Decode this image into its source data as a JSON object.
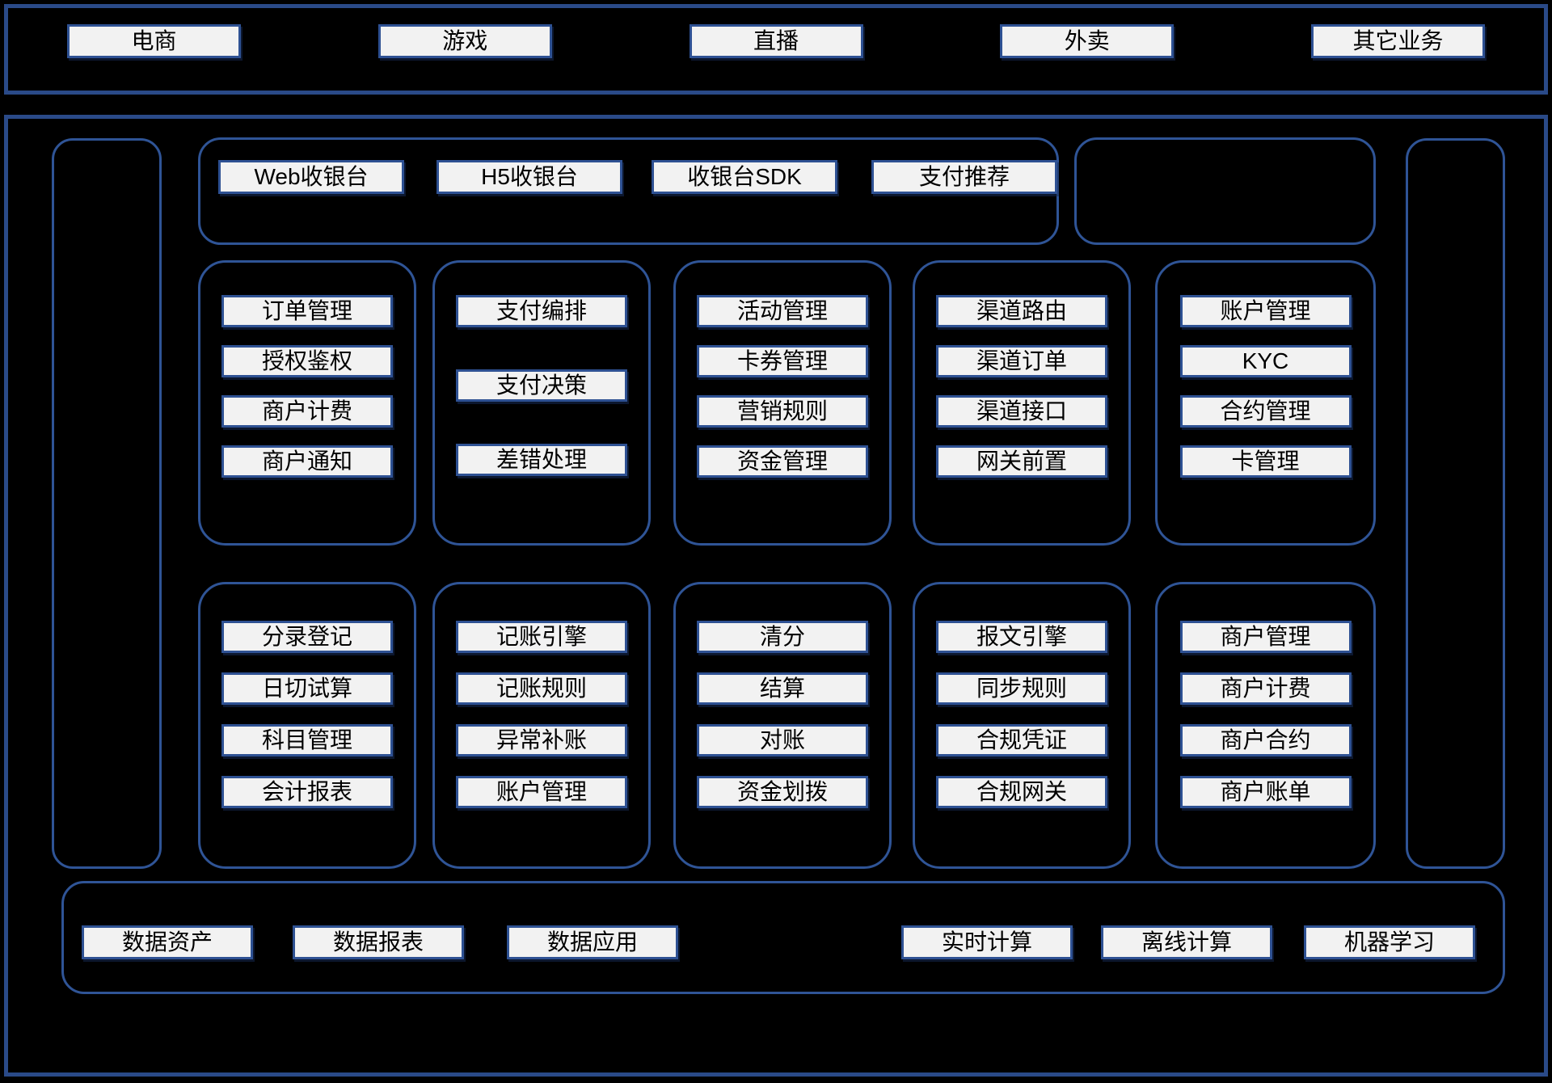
{
  "colors": {
    "background": "#000000",
    "frame_border": "#2a4a88",
    "container_border": "#2f5496",
    "label_box_bg": "#f2f2f2",
    "label_box_border": "#2e5193",
    "label_text": "#000000"
  },
  "diagram": {
    "business_layer": {
      "items": [
        "电商",
        "游戏",
        "直播",
        "外卖",
        "其它业务"
      ]
    },
    "cashier_layer": {
      "items": [
        "Web收银台",
        "H5收银台",
        "收银台SDK",
        "支付推荐"
      ]
    },
    "payment_layer": {
      "columns": [
        [
          "订单管理",
          "授权鉴权",
          "商户计费",
          "商户通知"
        ],
        [
          "支付编排",
          "支付决策",
          "差错处理"
        ],
        [
          "活动管理",
          "卡券管理",
          "营销规则",
          "资金管理"
        ],
        [
          "渠道路由",
          "渠道订单",
          "渠道接口",
          "网关前置"
        ],
        [
          "账户管理",
          "KYC",
          "合约管理",
          "卡管理"
        ]
      ]
    },
    "accounting_layer": {
      "columns": [
        [
          "分录登记",
          "日切试算",
          "科目管理",
          "会计报表"
        ],
        [
          "记账引擎",
          "记账规则",
          "异常补账",
          "账户管理"
        ],
        [
          "清分",
          "结算",
          "对账",
          "资金划拨"
        ],
        [
          "报文引擎",
          "同步规则",
          "合规凭证",
          "合规网关"
        ],
        [
          "商户管理",
          "商户计费",
          "商户合约",
          "商户账单"
        ]
      ]
    },
    "data_layer": {
      "left_items": [
        "数据资产",
        "数据报表",
        "数据应用"
      ],
      "right_items": [
        "实时计算",
        "离线计算",
        "机器学习"
      ]
    }
  }
}
